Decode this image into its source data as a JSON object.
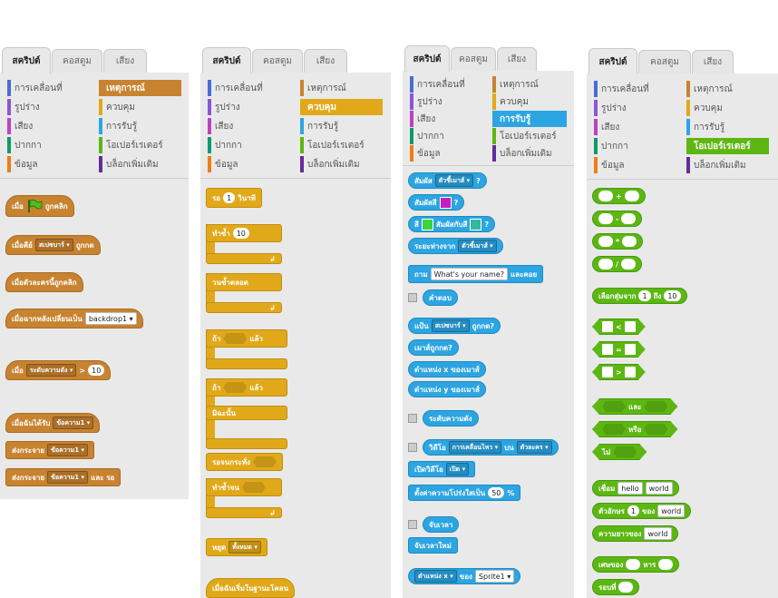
{
  "tabs": [
    "สคริปต์",
    "คอสตูม",
    "เสียง"
  ],
  "categories": {
    "motion": "การเคลื่อนที่",
    "looks": "รูปร่าง",
    "sound": "เสียง",
    "pen": "ปากกา",
    "data": "ข้อมูล",
    "events": "เหตุการณ์",
    "control": "ควบคุม",
    "sensing": "การรับรู้",
    "operators": "โอเปอร์เรเตอร์",
    "more": "บล็อกเพิ่มเติม"
  },
  "category_colors": {
    "motion": "#4a6cd4",
    "looks": "#8a55d7",
    "sound": "#bb42c3",
    "pen": "#0e9a6c",
    "data": "#ee7d16",
    "events": "#c88330",
    "control": "#e1a91a",
    "sensing": "#2ca5e2",
    "operators": "#5cb712",
    "more": "#632d99"
  },
  "events": {
    "when_prefix": "เมื่อ",
    "flag_suffix": "ถูกคลิก",
    "key_prefix": "เมื่อคีย์",
    "key_value": "สเปซบาร์",
    "key_suffix": "ถูกกด",
    "sprite_clicked": "เมื่อตัวละครนี้ถูกคลิก",
    "backdrop_prefix": "เมื่อฉากหลังเปลี่ยนเป็น",
    "backdrop_value": "backdrop1",
    "loudness_value": "ระดับความดัง",
    "gt": ">",
    "gt_value": "10",
    "receive_prefix": "เมื่อฉันได้รับ",
    "message1": "ข้อความ1",
    "broadcast": "ส่งกระจาย",
    "broadcast2": "ส่งกระจาย",
    "and_wait": "และ รอ"
  },
  "control": {
    "wait": "รอ",
    "wait_value": "1",
    "seconds": "วินาที",
    "repeat": "ทำซ้ำ",
    "repeat_value": "10",
    "forever": "วนซ้ำตลอด",
    "if": "ถ้า",
    "then": "แล้ว",
    "if2": "ถ้า",
    "then2": "แล้ว",
    "else": "มิฉะนั้น",
    "wait_until": "รอจนกระทั่ง",
    "repeat_until": "ทำซ้ำจน",
    "stop": "หยุด",
    "stop_value": "ทั้งหมด",
    "clone_start": "เมื่อฉันเริ่มในฐานะโคลน"
  },
  "sensing": {
    "touching": "สัมผัส",
    "touching_value": "ตัวชี้เมาส์",
    "q": "?",
    "touching_color": "สัมผัสสี",
    "q2": "?",
    "color_prefix": "สี",
    "color_is_touching": "สัมผัสกับสี",
    "q3": "?",
    "distance": "ระยะห่างจาก",
    "distance_value": "ตัวชี้เมาส์",
    "ask": "ถาม",
    "ask_value": "What's your name?",
    "and_wait": "และคอย",
    "answer": "คำตอบ",
    "key": "แป้น",
    "key_value": "สเปซบาร์",
    "key_pressed": "ถูกกด?",
    "mouse_down": "เมาส์ถูกกด?",
    "mouse_x": "ตำแหน่ง x ของเมาส์",
    "mouse_y": "ตำแหน่ง y ของเมาส์",
    "loudness": "ระดับความดัง",
    "video": "วิดีโอ",
    "video_value": "การเคลื่อนไหว",
    "on": "บน",
    "video_target": "ตัวละคร",
    "turn_video": "เปิดวิดีโอ",
    "turn_video_value": "เปิด",
    "transparency": "ตั้งค่าความโปร่งใสเป็น",
    "transparency_value": "50",
    "percent": "%",
    "timer": "จับเวลา",
    "reset_timer": "จับเวลาใหม่",
    "of_attr": "ตำแหน่ง x",
    "of": "ของ",
    "of_target": "Sprite1"
  },
  "operators": {
    "plus": "+",
    "minus": "-",
    "times": "*",
    "divide": "/",
    "random_prefix": "เลือกสุ่มจาก",
    "random_from": "1",
    "random_to_label": "ถึง",
    "random_to": "10",
    "lt": "<",
    "eq": "=",
    "gt": ">",
    "and": "และ",
    "or": "หรือ",
    "not": "ไม่",
    "join": "เชื่อม",
    "join_a": "hello",
    "join_b": "world",
    "letter": "ตัวอักษร",
    "letter_n": "1",
    "letter_of": "ของ",
    "letter_word": "world",
    "length": "ความยาวของ",
    "length_word": "world",
    "mod_prefix": "เศษของ",
    "mod_label": "หาร",
    "round": "รอบที่"
  }
}
